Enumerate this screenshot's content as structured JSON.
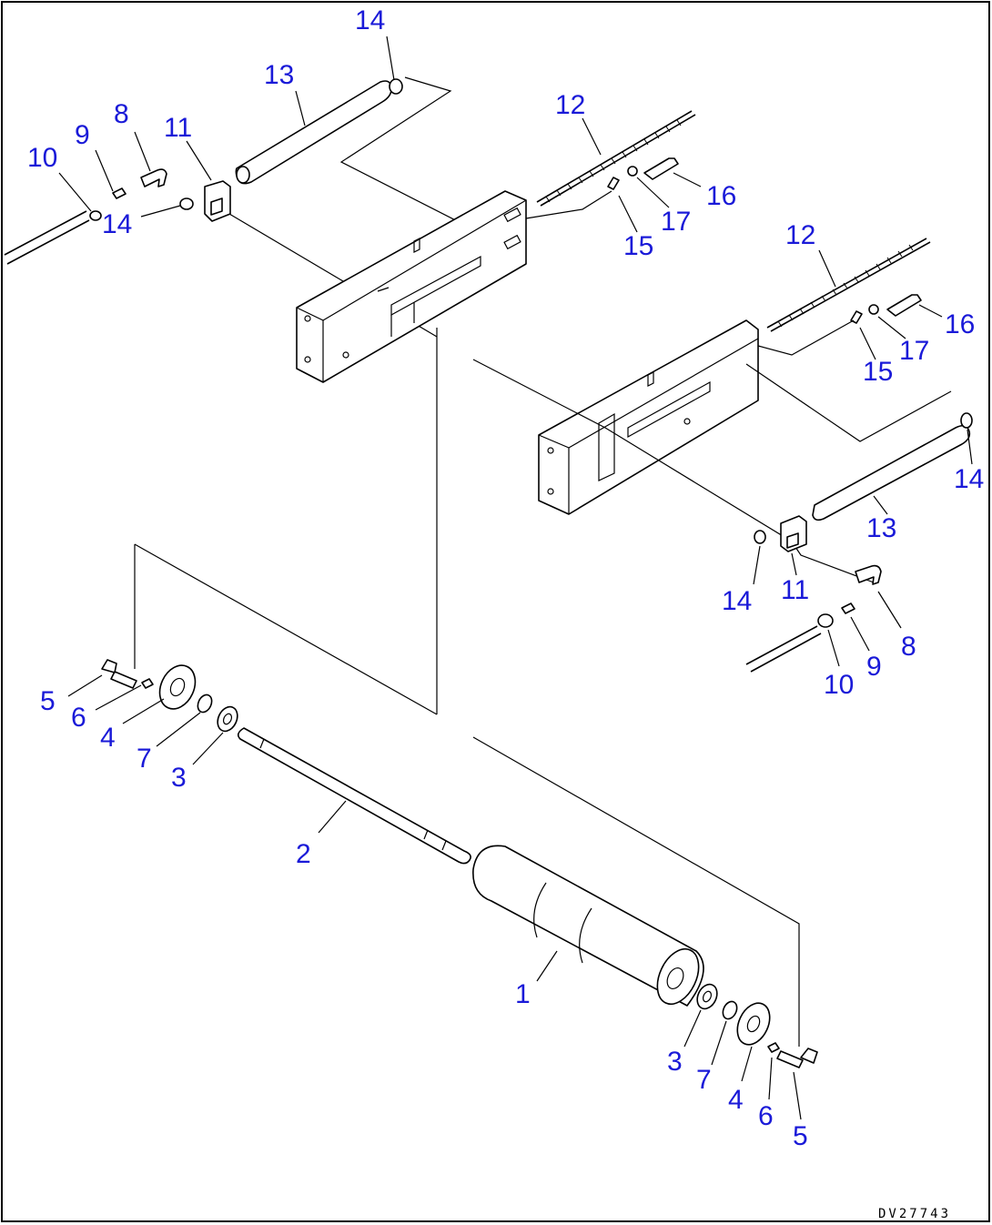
{
  "drawing_code": "DV27743",
  "callouts": {
    "c1": "1",
    "c2": "2",
    "c3a": "3",
    "c3b": "3",
    "c4a": "4",
    "c4b": "4",
    "c5a": "5",
    "c5b": "5",
    "c6a": "6",
    "c6b": "6",
    "c7a": "7",
    "c7b": "7",
    "c8a": "8",
    "c8b": "8",
    "c9a": "9",
    "c9b": "9",
    "c10a": "10",
    "c10b": "10",
    "c11a": "11",
    "c11b": "11",
    "c12a": "12",
    "c12b": "12",
    "c13a": "13",
    "c13b": "13",
    "c14a": "14",
    "c14b": "14",
    "c14c": "14",
    "c14d": "14",
    "c15a": "15",
    "c15b": "15",
    "c16a": "16",
    "c16b": "16",
    "c17a": "17",
    "c17b": "17"
  },
  "colors": {
    "callout": "#1a1ad8",
    "line": "#000000",
    "background": "#ffffff"
  }
}
